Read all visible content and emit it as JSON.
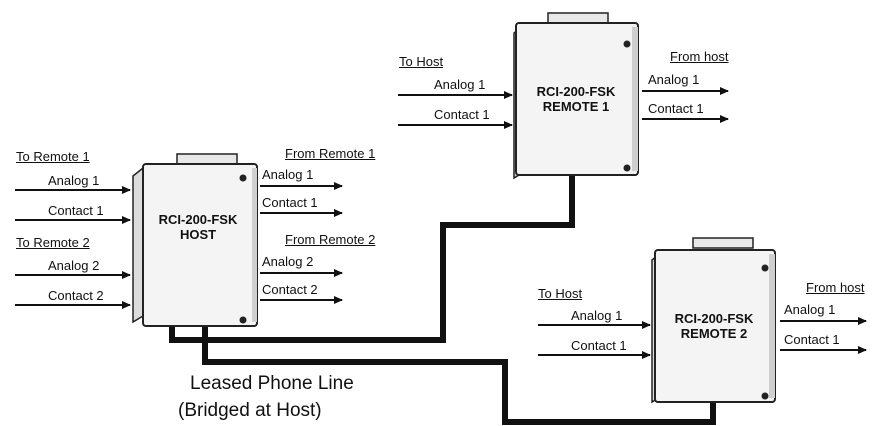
{
  "units": {
    "host": {
      "title_line1": "RCI-200-FSK",
      "title_line2": "HOST",
      "to_header_1": "To Remote 1",
      "to_header_2": "To Remote 2",
      "from_header_1": "From Remote 1",
      "from_header_2": "From Remote 2",
      "inputs": [
        "Analog 1",
        "Contact 1",
        "Analog 2",
        "Contact 2"
      ],
      "outputs": [
        "Analog 1",
        "Contact 1",
        "Analog 2",
        "Contact 2"
      ]
    },
    "remote1": {
      "title_line1": "RCI-200-FSK",
      "title_line2": "REMOTE 1",
      "to_header": "To Host",
      "from_header": "From host",
      "inputs": [
        "Analog 1",
        "Contact 1"
      ],
      "outputs": [
        "Analog 1",
        "Contact 1"
      ]
    },
    "remote2": {
      "title_line1": "RCI-200-FSK",
      "title_line2": "REMOTE 2",
      "to_header": "To Host",
      "from_header": "From host",
      "inputs": [
        "Analog 1",
        "Contact 1"
      ],
      "outputs": [
        "Analog 1",
        "Contact 1"
      ]
    }
  },
  "caption": {
    "line1": "Leased Phone Line",
    "line2": "(Bridged at Host)"
  },
  "colors": {
    "line": "#111111",
    "box_fill": "#f4f4f4",
    "box_edge": "#222222"
  }
}
